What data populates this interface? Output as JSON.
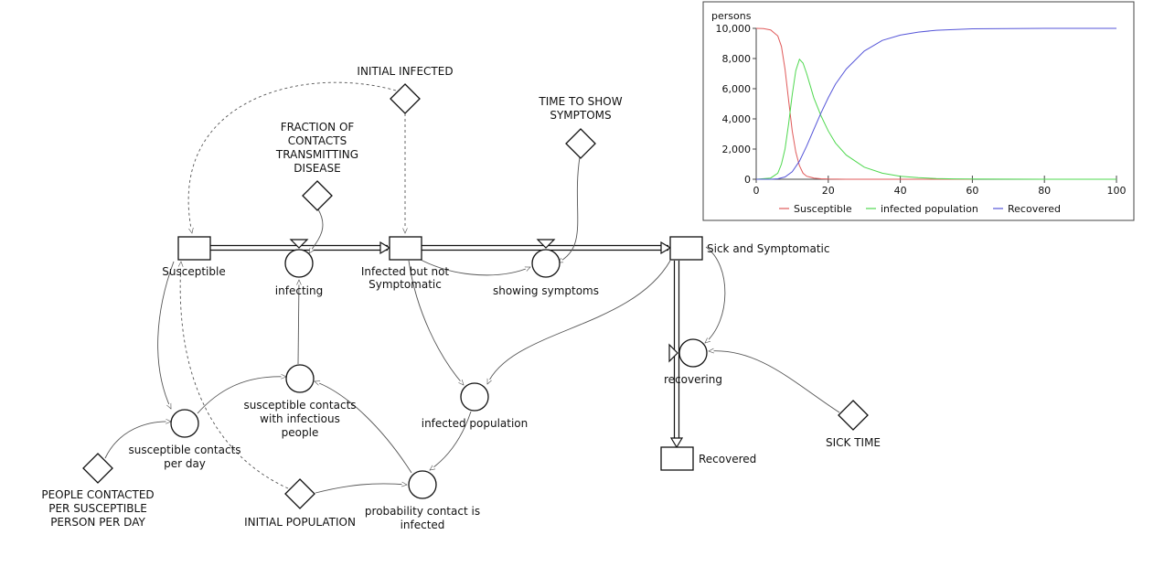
{
  "diagram": {
    "stocks": {
      "susceptible": "Susceptible",
      "infected_not_symptomatic": [
        "Infected but not",
        "Symptomatic"
      ],
      "sick_symptomatic": "Sick and Symptomatic",
      "recovered": "Recovered"
    },
    "flows": {
      "infecting": "infecting",
      "showing_symptoms": "showing symptoms",
      "recovering": "recovering"
    },
    "constants": {
      "initial_infected": "INITIAL INFECTED",
      "fraction_transmitting": [
        "FRACTION OF",
        "CONTACTS",
        "TRANSMITTING",
        "DISEASE"
      ],
      "time_to_show": [
        "TIME TO SHOW",
        "SYMPTOMS"
      ],
      "sick_time": "SICK TIME",
      "people_contacted": [
        "PEOPLE CONTACTED",
        "PER SUSCEPTIBLE",
        "PERSON PER DAY"
      ],
      "initial_population": "INITIAL POPULATION"
    },
    "auxiliaries": {
      "susceptible_contacts_infectious": [
        "susceptible contacts",
        "with infectious",
        "people"
      ],
      "infected_population": "infected population",
      "susceptible_contacts_per_day": [
        "susceptible contacts",
        "per day"
      ],
      "probability_infected": [
        "probability contact is",
        "infected"
      ]
    }
  },
  "chart_data": {
    "type": "line",
    "ylabel": "persons",
    "xlim": [
      0,
      100
    ],
    "ylim": [
      0,
      10000
    ],
    "xticks": [
      "0",
      "20",
      "40",
      "60",
      "80",
      "100"
    ],
    "yticks": [
      "0",
      "2,000",
      "4,000",
      "6,000",
      "8,000",
      "10,000"
    ],
    "legend_position": "bottom",
    "series": [
      {
        "name": "Susceptible",
        "color": "#e05a5a",
        "x": [
          0,
          2,
          4,
          6,
          7,
          8,
          9,
          10,
          11,
          12,
          13,
          14,
          16,
          18,
          20,
          25,
          30,
          40,
          60
        ],
        "y": [
          10000,
          9980,
          9900,
          9500,
          8800,
          7300,
          5200,
          3200,
          1800,
          900,
          400,
          200,
          80,
          30,
          10,
          0,
          0,
          0,
          0
        ]
      },
      {
        "name": "infected population",
        "color": "#4fd84f",
        "x": [
          0,
          4,
          6,
          7,
          8,
          9,
          10,
          11,
          12,
          13,
          14,
          15,
          16,
          18,
          20,
          22,
          25,
          30,
          35,
          40,
          45,
          50,
          55,
          60,
          80,
          100
        ],
        "y": [
          0,
          80,
          400,
          1000,
          2000,
          3700,
          5600,
          7200,
          7950,
          7700,
          7000,
          6200,
          5400,
          4200,
          3200,
          2400,
          1600,
          800,
          400,
          200,
          100,
          50,
          25,
          10,
          0,
          0
        ]
      },
      {
        "name": "Recovered",
        "color": "#5555d8",
        "x": [
          0,
          4,
          6,
          8,
          10,
          12,
          14,
          16,
          18,
          20,
          22,
          25,
          30,
          35,
          40,
          45,
          50,
          60,
          80,
          100
        ],
        "y": [
          0,
          0,
          30,
          150,
          500,
          1200,
          2200,
          3300,
          4400,
          5400,
          6300,
          7300,
          8500,
          9200,
          9550,
          9750,
          9870,
          9970,
          10000,
          10000
        ]
      }
    ]
  }
}
